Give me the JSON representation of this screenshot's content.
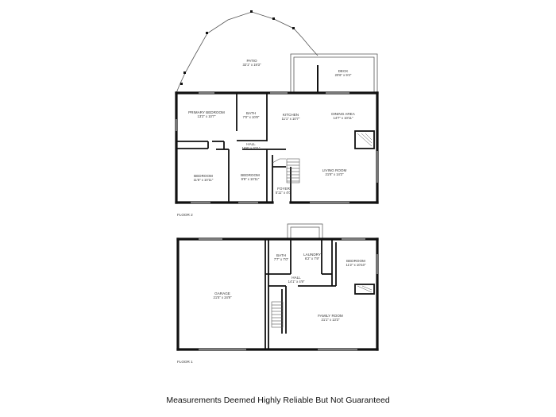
{
  "floor2": {
    "label": "FLOOR 2",
    "rooms": [
      {
        "id": "patio",
        "name": "PATIO",
        "dims": "32'1\" x 19'3\""
      },
      {
        "id": "deck",
        "name": "DECK",
        "dims": "20'6\" x 9'4\""
      },
      {
        "id": "primary-bedroom",
        "name": "PRIMARY BEDROOM",
        "dims": "13'2\" x 10'7\""
      },
      {
        "id": "bath",
        "name": "BATH",
        "dims": "7'0\" x 10'8\""
      },
      {
        "id": "kitchen",
        "name": "KITCHEN",
        "dims": "11'1\" x 10'7\""
      },
      {
        "id": "dining-area",
        "name": "DINING AREA",
        "dims": "14'7\" x 10'11\""
      },
      {
        "id": "hall",
        "name": "HALL",
        "dims": "16'6\" x 3'11\""
      },
      {
        "id": "bedroom-1",
        "name": "BEDROOM",
        "dims": "11'6\" x 10'11\""
      },
      {
        "id": "bedroom-2",
        "name": "BEDROOM",
        "dims": "9'9\" x 10'11\""
      },
      {
        "id": "living-room",
        "name": "LIVING ROOM",
        "dims": "21'6\" x 14'2\""
      },
      {
        "id": "foyer",
        "name": "FOYER",
        "dims": "5'11\" x 4'0\""
      }
    ]
  },
  "floor1": {
    "label": "FLOOR 1",
    "rooms": [
      {
        "id": "garage",
        "name": "GARAGE",
        "dims": "21'5\" x 24'9\""
      },
      {
        "id": "bath",
        "name": "BATH",
        "dims": "7'7\" x 7'0\""
      },
      {
        "id": "laundry",
        "name": "LAUNDRY",
        "dims": "6'2\" x 7'9\""
      },
      {
        "id": "bedroom",
        "name": "BEDROOM",
        "dims": "11'2\" x 10'10\""
      },
      {
        "id": "hall",
        "name": "HALL",
        "dims": "14'1\" x 4'9\""
      },
      {
        "id": "family-room",
        "name": "FAMILY ROOM",
        "dims": "21'1\" x 13'3\""
      }
    ]
  },
  "disclaimer": "Measurements Deemed Highly Reliable But Not Guaranteed"
}
